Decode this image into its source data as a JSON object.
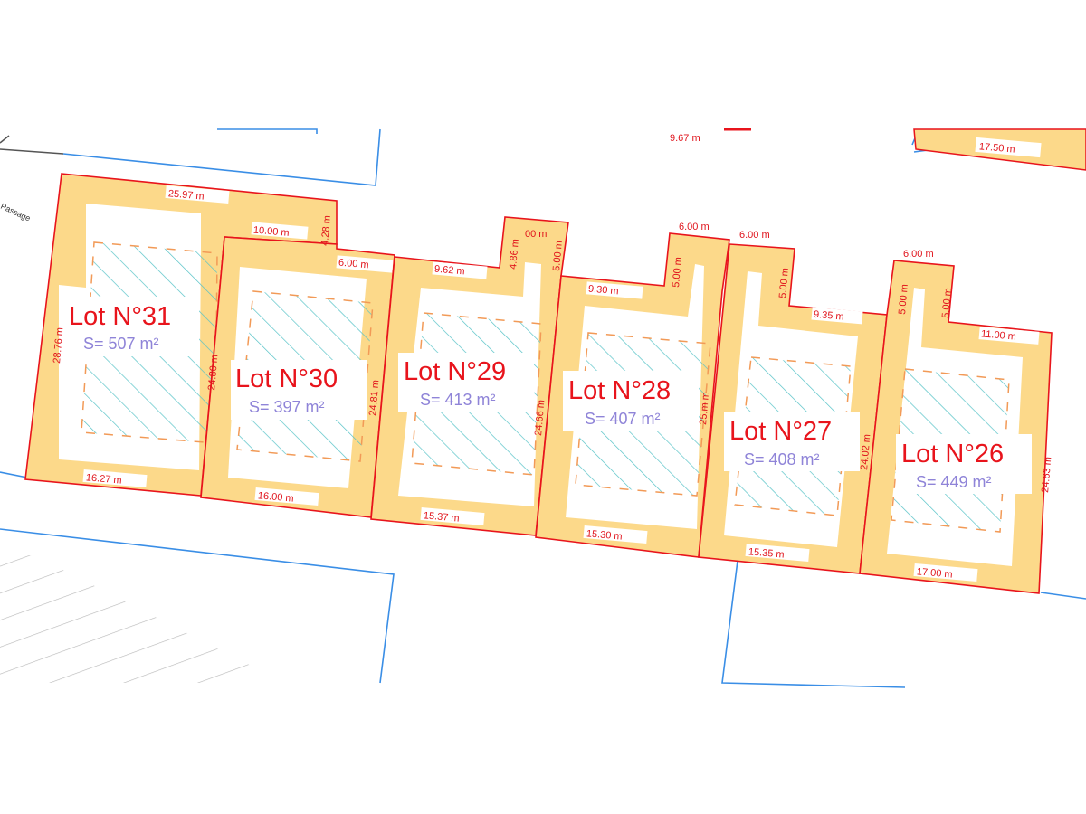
{
  "map": {
    "colors": {
      "lot_border": "#e8141c",
      "setback_fill": "#fcd98a",
      "buildable_fill": "#ffffff",
      "hatch": "#57c3c7",
      "envelope": "#f29a57",
      "road_line": "#3a8ee6",
      "parking_line": "#b0b0b0",
      "area_text": "#8f84d8"
    },
    "lots": [
      {
        "id": "lot-31",
        "title": "Lot N°31",
        "area": "S= 507 m²"
      },
      {
        "id": "lot-30",
        "title": "Lot N°30",
        "area": "S= 397 m²"
      },
      {
        "id": "lot-29",
        "title": "Lot N°29",
        "area": "S= 413 m²"
      },
      {
        "id": "lot-28",
        "title": "Lot N°28",
        "area": "S= 407 m²"
      },
      {
        "id": "lot-27",
        "title": "Lot N°27",
        "area": "S= 408 m²"
      },
      {
        "id": "lot-26",
        "title": "Lot N°26",
        "area": "S= 449 m²"
      }
    ],
    "dimensions": [
      "25.97 m",
      "10.00 m",
      "4.28 m",
      "6.00 m",
      "28.76 m",
      "24.80 m",
      "16.27 m",
      "24.81 m",
      "16.00 m",
      "9.62 m",
      "4.86 m",
      "00 m",
      "5.00 m",
      "24.66 m",
      "15.37 m",
      "9.30 m",
      "6.00 m",
      "5.00 m",
      "25.m m",
      "15.30 m",
      "6.00 m",
      "5.00 m",
      "9.35 m",
      "24.02 m",
      "15.35 m",
      "6.00 m",
      "5.00 m",
      "5.00 m",
      "11.00 m",
      "24.63 m",
      "17.00 m",
      "9.67 m",
      "17.50 m",
      "Passage"
    ]
  }
}
